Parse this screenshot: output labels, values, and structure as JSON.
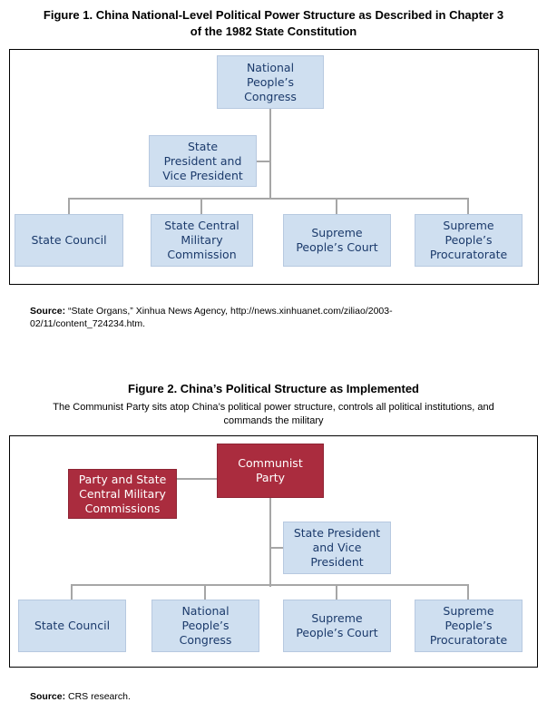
{
  "figure1": {
    "title_lines": [
      "Figure 1. China National-Level Political Power Structure as Described in Chapter 3",
      "of the 1982 State Constitution"
    ],
    "boxes": {
      "national_peoples_congress": [
        "National",
        "People’s",
        "Congress"
      ],
      "state_president": [
        "State",
        "President and",
        "Vice President"
      ],
      "state_council": [
        "State Council"
      ],
      "state_central_military_commission": [
        "State Central",
        "Military",
        "Commission"
      ],
      "supreme_peoples_court": [
        "Supreme",
        "People’s Court"
      ],
      "supreme_peoples_procuratorate": [
        "Supreme",
        "People’s",
        "Procuratorate"
      ]
    },
    "source_label": "Source:",
    "source_text_lines": [
      "“State Organs,” Xinhua News Agency, http://news.xinhuanet.com/ziliao/2003-",
      "02/11/content_724234.htm."
    ]
  },
  "figure2": {
    "title_lines": [
      "Figure 2. China’s Political Structure as Implemented"
    ],
    "subtitle_lines": [
      "The Communist Party sits atop China’s political power structure, controls all political institutions, and",
      "commands the military"
    ],
    "boxes": {
      "communist_party": [
        "Communist",
        "Party"
      ],
      "party_state_central_military_commissions": [
        "Party and State",
        "Central Military",
        "Commissions"
      ],
      "state_president": [
        "State President",
        "and Vice",
        "President"
      ],
      "state_council": [
        "State Council"
      ],
      "national_peoples_congress": [
        "National",
        "People’s",
        "Congress"
      ],
      "supreme_peoples_court": [
        "Supreme",
        "People’s Court"
      ],
      "supreme_peoples_procuratorate": [
        "Supreme",
        "People’s",
        "Procuratorate"
      ]
    },
    "source_label": "Source:",
    "source_text": "CRS research."
  },
  "colors": {
    "blue_box_fill": "#cfdff0",
    "blue_box_border": "#b7c9e0",
    "blue_box_text": "#1b3a6b",
    "red_box_fill": "#aa2c3e",
    "red_box_border": "#8e2434",
    "red_box_text": "#ffffff",
    "connector_gray": "#a6a6a6",
    "frame_border": "#000000"
  }
}
